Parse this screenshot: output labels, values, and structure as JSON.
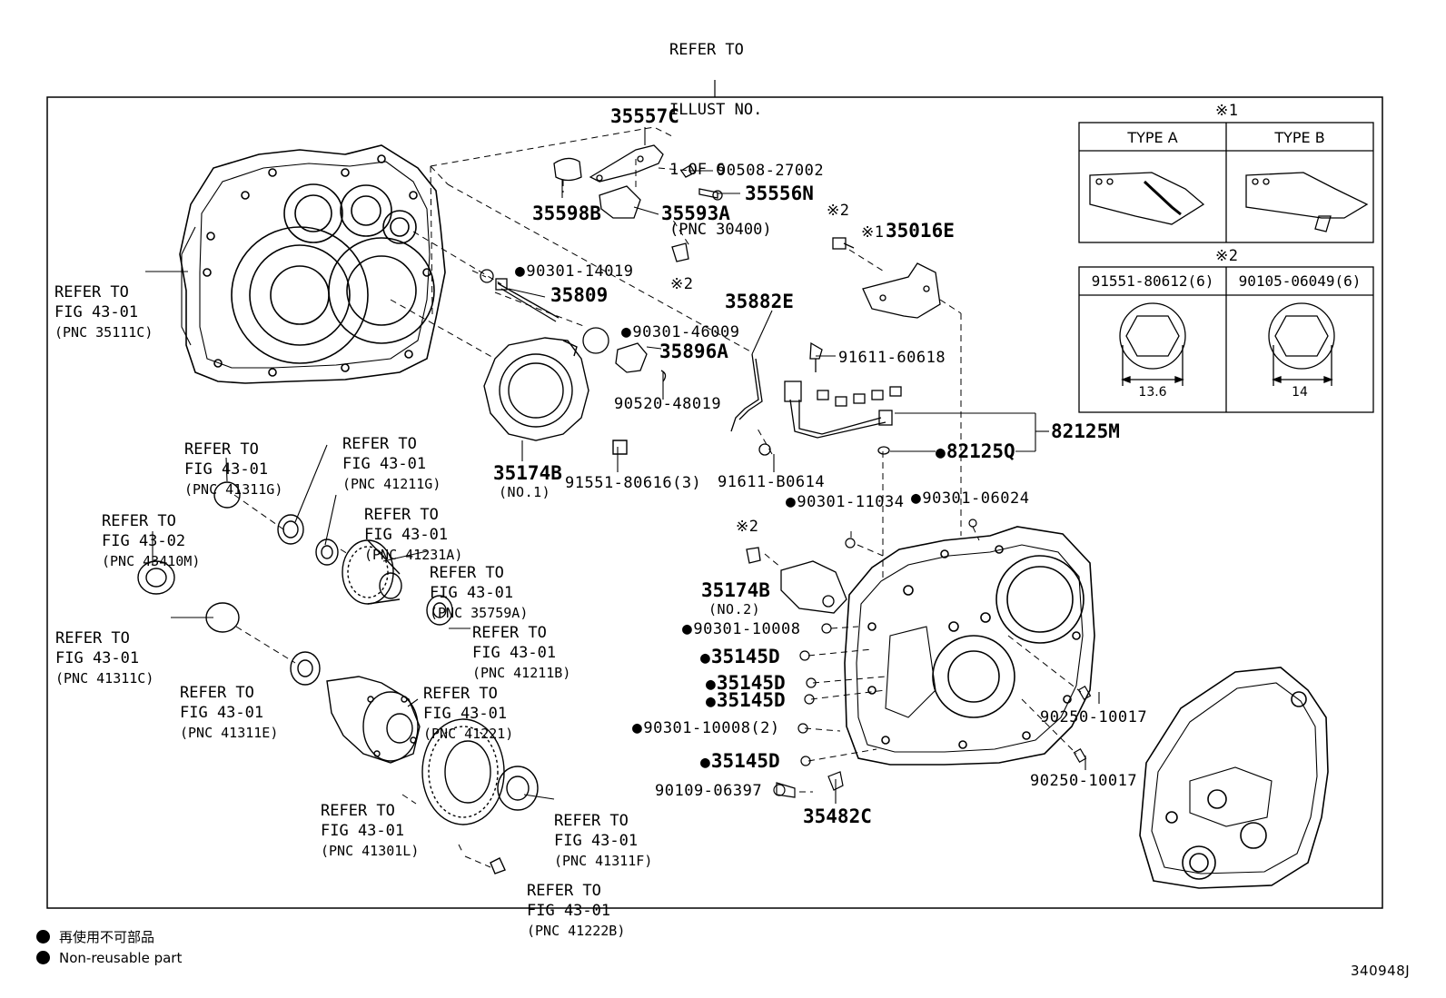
{
  "top_ref": {
    "l1": "REFER TO",
    "l2": "ILLUST NO.",
    "l3": "1 OF 6",
    "l4": "(PNC 30400)"
  },
  "refs": [
    {
      "l1": "REFER TO",
      "l2": "FIG 43-01",
      "pnc": "(PNC 35111C)"
    },
    {
      "l1": "REFER TO",
      "l2": "FIG 43-01",
      "pnc": "(PNC 41311G)"
    },
    {
      "l1": "REFER TO",
      "l2": "FIG 43-01",
      "pnc": "(PNC 41211G)"
    },
    {
      "l1": "REFER TO",
      "l2": "FIG 43-01",
      "pnc": "(PNC 41231A)"
    },
    {
      "l1": "REFER TO",
      "l2": "FIG 43-02",
      "pnc": "(PNC 43410M)"
    },
    {
      "l1": "REFER TO",
      "l2": "FIG 43-01",
      "pnc": "(PNC 35759A)"
    },
    {
      "l1": "REFER TO",
      "l2": "FIG 43-01",
      "pnc": "(PNC 41211B)"
    },
    {
      "l1": "REFER TO",
      "l2": "FIG 43-01",
      "pnc": "(PNC 41311C)"
    },
    {
      "l1": "REFER TO",
      "l2": "FIG 43-01",
      "pnc": "(PNC 41311E)"
    },
    {
      "l1": "REFER TO",
      "l2": "FIG 43-01",
      "pnc": "(PNC 41221)"
    },
    {
      "l1": "REFER TO",
      "l2": "FIG 43-01",
      "pnc": "(PNC 41301L)"
    },
    {
      "l1": "REFER TO",
      "l2": "FIG 43-01",
      "pnc": "(PNC 41311F)"
    },
    {
      "l1": "REFER TO",
      "l2": "FIG 43-01",
      "pnc": "(PNC 41222B)"
    }
  ],
  "parts": {
    "p35557C": "35557C",
    "p90508": "90508-27002",
    "p35556N": "35556N",
    "p35598B": "35598B",
    "p35593A": "35593A",
    "note2a": "※2",
    "p90301_14019": "90301-14019",
    "p35809": "35809",
    "note2b": "※2",
    "p35016E": "35016E",
    "note1b": "※1",
    "p35882E": "35882E",
    "p90301_46009": "90301-46009",
    "p35896A": "35896A",
    "p90520": "90520-48019",
    "p91611_60618": "91611-60618",
    "p82125M": "82125M",
    "p82125Q": "82125Q",
    "p35174B": "35174B",
    "p35174B_no1": "(NO.1)",
    "p91551_80616": "91551-80616(3)",
    "p91611_B0614": "91611-B0614",
    "p90301_11034": "90301-11034",
    "p90301_06024": "90301-06024",
    "note2c": "※2",
    "p35174B_2": "35174B",
    "p35174B_no2": "(NO.2)",
    "p90301_10008": "90301-10008",
    "p35145D_1": "35145D",
    "p35145D_2": "35145D",
    "p35145D_3": "35145D",
    "p90301_10008_2": "90301-10008(2)",
    "p35145D_4": "35145D",
    "p90250_1": "90250-10017",
    "p90250_2": "90250-10017",
    "p90109": "90109-06397",
    "p35482C": "35482C"
  },
  "inset1": {
    "note": "※1",
    "type_a": "TYPE A",
    "type_b": "TYPE B"
  },
  "inset2": {
    "note": "※2",
    "left_part": "91551-80612(6)",
    "right_part": "90105-06049(6)",
    "left_dim": "13.6",
    "right_dim": "14"
  },
  "legend": {
    "jp": "再使用不可部品",
    "en": "Non-reusable part"
  },
  "illust_code": "340948J"
}
